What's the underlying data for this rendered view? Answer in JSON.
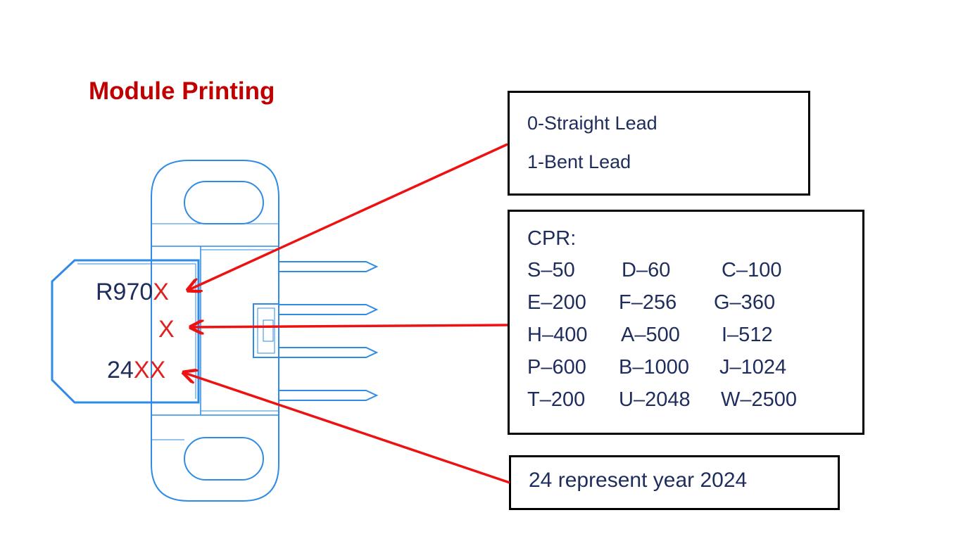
{
  "title": "Module Printing",
  "module_text": {
    "line1_prefix": "R970",
    "line1_suffix": "X",
    "line2": "X",
    "line3_prefix": "24",
    "line3_suffix": "XX"
  },
  "lead_box": {
    "lines": [
      "0-Straight Lead",
      "1-Bent Lead"
    ]
  },
  "cpr_box": {
    "title": "CPR:",
    "rows": [
      [
        "S–50",
        "D–60",
        "C–100"
      ],
      [
        "E–200",
        "F–256",
        "G–360"
      ],
      [
        "H–400",
        "A–500",
        "I–512"
      ],
      [
        "P–600",
        "B–1000",
        "J–1024"
      ],
      [
        "T–200",
        "U–2048",
        "W–2500"
      ]
    ]
  },
  "year_box": {
    "text": "24 represent year 2024"
  },
  "colors": {
    "outline": "#2f8be6",
    "arrow": "#ee1111",
    "title": "#c00000",
    "text": "#1f2d5c"
  }
}
